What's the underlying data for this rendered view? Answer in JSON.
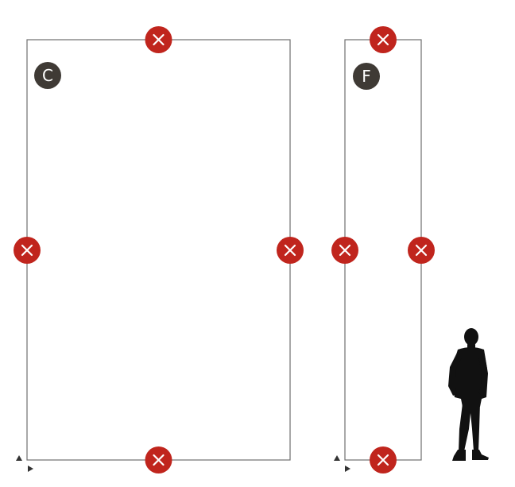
{
  "colors": {
    "background": "#ffffff",
    "outline": "#6f6f6f",
    "marker": "#c0251d",
    "marker_glyph": "#ffffff",
    "badge": "#3f3a35",
    "silhouette": "#111111",
    "origin_arrow": "#333333"
  },
  "panels": [
    {
      "id": "C",
      "label": "C",
      "markers": [
        "top-center",
        "left-middle",
        "right-middle",
        "bottom-center"
      ],
      "marker_icon": "close-x-icon"
    },
    {
      "id": "F",
      "label": "F",
      "markers": [
        "top-center",
        "left-middle",
        "right-middle",
        "bottom-center"
      ],
      "marker_icon": "close-x-icon"
    }
  ],
  "scale_figure": {
    "icon": "standing-person-silhouette-icon"
  },
  "origin_markers": {
    "icon": "origin-axis-arrows-icon"
  }
}
